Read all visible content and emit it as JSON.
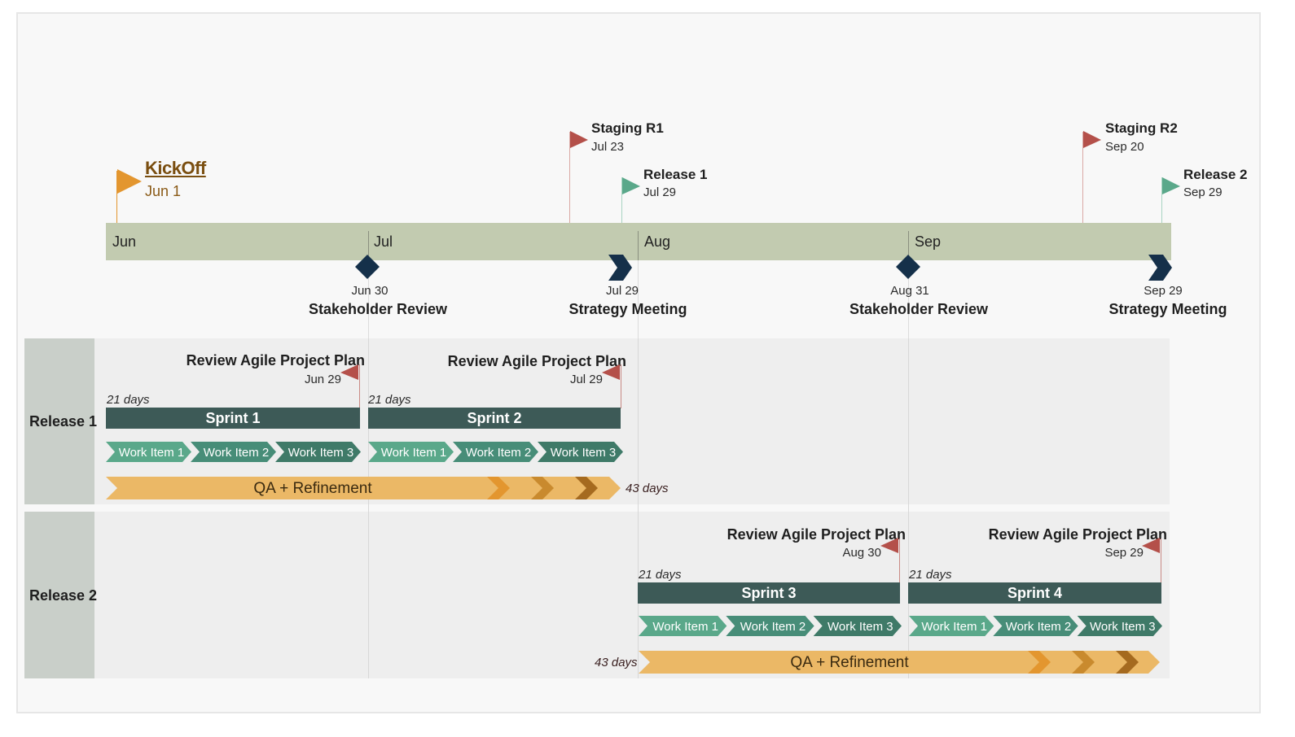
{
  "months": [
    "Jun",
    "Jul",
    "Aug",
    "Sep"
  ],
  "kickoff": {
    "title": "KickOff",
    "date": "Jun 1",
    "color": "#e3962f"
  },
  "flags": [
    {
      "title": "Staging R1",
      "date": "Jul 23",
      "color": "#b4504a"
    },
    {
      "title": "Release 1",
      "date": "Jul 29",
      "color": "#5aa88a"
    },
    {
      "title": "Staging R2",
      "date": "Sep 20",
      "color": "#b4504a"
    },
    {
      "title": "Release 2",
      "date": "Sep 29",
      "color": "#5aa88a"
    }
  ],
  "events": [
    {
      "shape": "diamond",
      "date": "Jun 30",
      "title": "Stakeholder Review"
    },
    {
      "shape": "chevron",
      "date": "Jul 29",
      "title": "Strategy Meeting"
    },
    {
      "shape": "diamond",
      "date": "Aug 31",
      "title": "Stakeholder Review"
    },
    {
      "shape": "chevron",
      "date": "Sep 29",
      "title": "Strategy Meeting"
    }
  ],
  "swimlanes": [
    {
      "label": "Release 1",
      "sprints": [
        {
          "name": "Sprint 1",
          "duration": "21 days",
          "review_title": "Review Agile Project Plan",
          "review_date": "Jun 29",
          "work_items": [
            "Work Item 1",
            "Work Item 2",
            "Work Item 3"
          ]
        },
        {
          "name": "Sprint 2",
          "duration": "21 days",
          "review_title": "Review Agile Project Plan",
          "review_date": "Jul 29",
          "work_items": [
            "Work Item 1",
            "Work Item 2",
            "Work Item 3"
          ]
        }
      ],
      "qa": {
        "label": "QA + Refinement",
        "duration": "43 days"
      }
    },
    {
      "label": "Release 2",
      "sprints": [
        {
          "name": "Sprint 3",
          "duration": "21 days",
          "review_title": "Review Agile Project Plan",
          "review_date": "Aug 30",
          "work_items": [
            "Work Item 1",
            "Work Item 2",
            "Work Item 3"
          ]
        },
        {
          "name": "Sprint 4",
          "duration": "21 days",
          "review_title": "Review Agile Project Plan",
          "review_date": "Sep 29",
          "work_items": [
            "Work Item 1",
            "Work Item 2",
            "Work Item 3"
          ]
        }
      ],
      "qa": {
        "label": "QA + Refinement",
        "duration": "43 days"
      }
    }
  ],
  "colors": {
    "timeline": "#c2cbb0",
    "sprint": "#3d5a57",
    "work_item_light": "#5aa88a",
    "work_item_dark": "#3f7a68",
    "qa": "#ebb866",
    "qa_chevrons": [
      "#e3962f",
      "#c98a2e",
      "#a56a1f"
    ],
    "event_shape": "#15304a",
    "review_flag": "#b4504a"
  }
}
